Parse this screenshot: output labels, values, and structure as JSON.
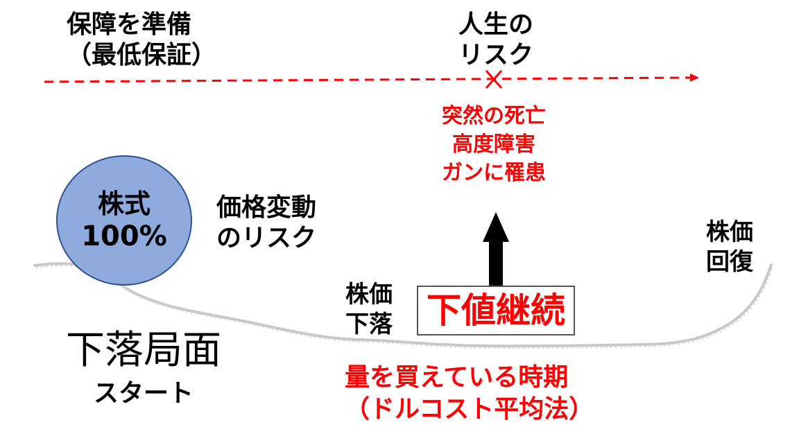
{
  "guarantee": {
    "line1": "保障を準備",
    "line2": "（最低保証）"
  },
  "life_risk": {
    "line1": "人生の",
    "line2": "リスク"
  },
  "death_risks": {
    "line1": "突然の死亡",
    "line2": "高度障害",
    "line3": "ガンに罹患"
  },
  "stock_circle": {
    "title": "株式",
    "percent": "100%"
  },
  "price_risk": {
    "line1": "価格変動",
    "line2": "のリスク"
  },
  "price_recover": {
    "line1": "株価",
    "line2": "回復"
  },
  "price_fall": {
    "line1": "株価",
    "line2": "下落"
  },
  "downtrend": {
    "label": "下値継続"
  },
  "decline_start": {
    "title": "下落局面",
    "sub": "スタート"
  },
  "dca": {
    "line1": "量を買えている時期",
    "line2": "（ドルコスト平均法）"
  },
  "colors": {
    "accent_red": "#ff0000",
    "circle_fill": "#8faadc",
    "circle_border": "#2f528f",
    "curve": "#c8c8c8",
    "arrow": "#000000"
  }
}
